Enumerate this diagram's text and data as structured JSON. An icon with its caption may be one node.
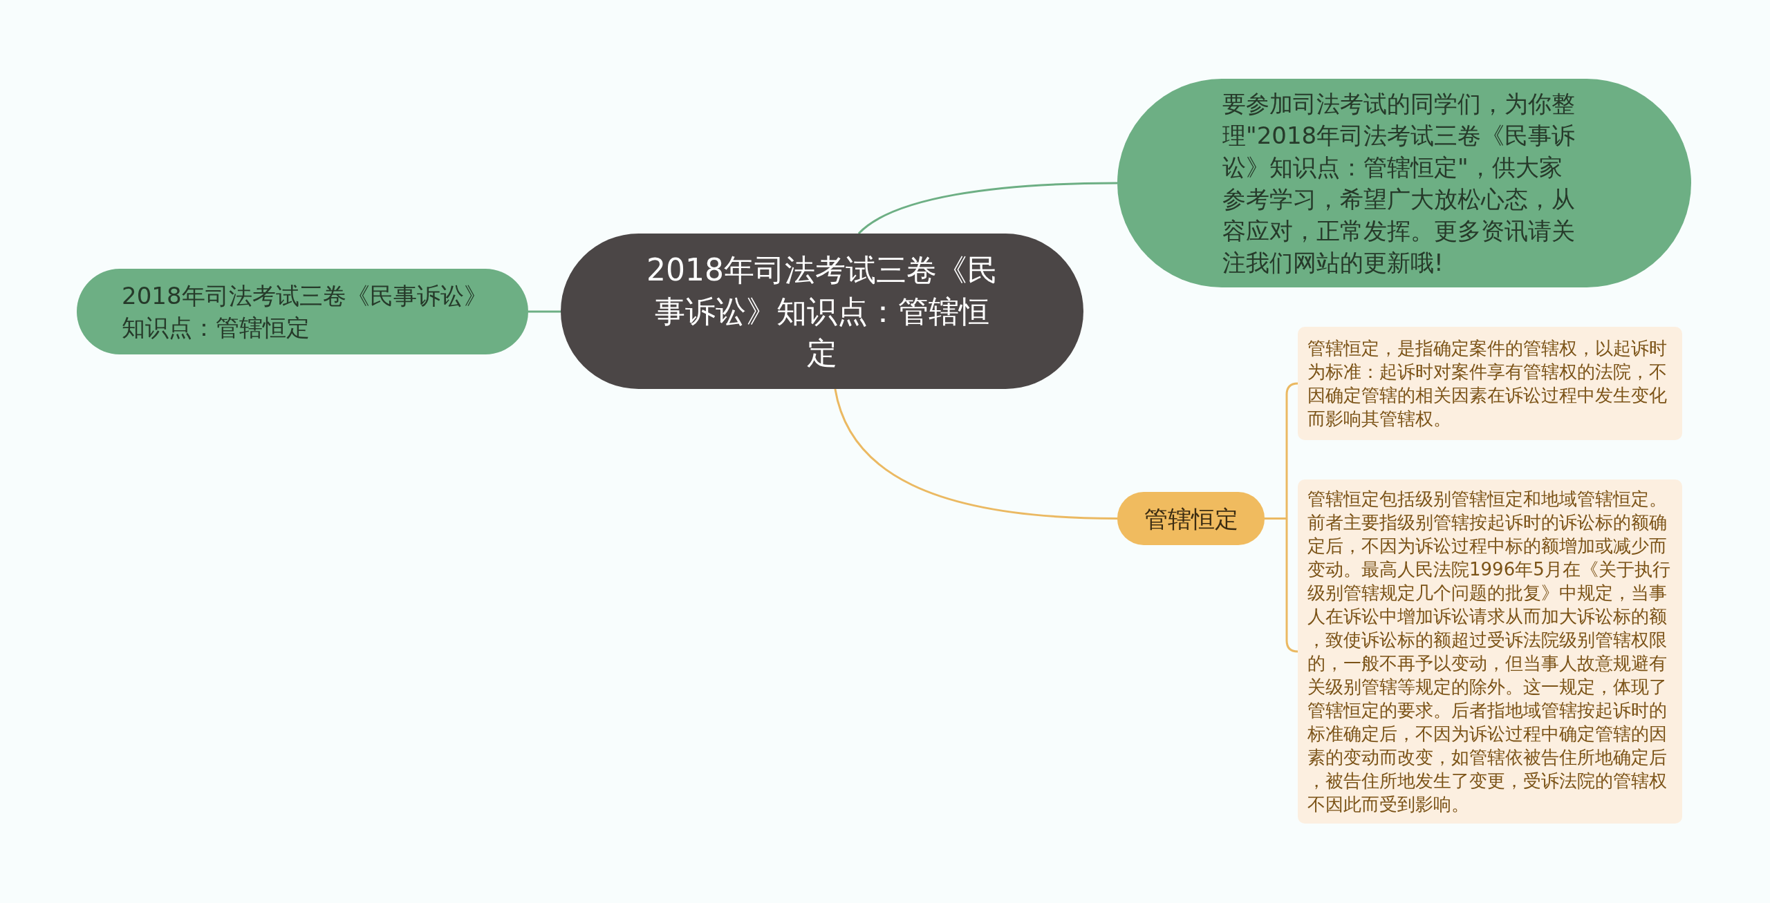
{
  "diagram": {
    "nodes": [
      {
        "text": [
          "2018年司法考试三卷《民事诉讼》知识点：管辖恒定"
        ]
      },
      {
        "text": [
          "2018年司法考试三卷《民事诉讼》知识点：管辖恒定"
        ]
      },
      {
        "text": [
          "要参加司法考试的同学们，为你整理\"2018年司法考试三卷《民事诉讼》知识点：管辖恒定\"，供大家参考学习，希望广大放松心态，从容应对，正常发挥。更多资讯请关注我们网站的更新哦!"
        ]
      },
      {
        "text": [
          "管辖恒定"
        ]
      },
      {
        "text": [
          "管辖恒定，是指确定案件的管辖权，以起诉时为标准：起诉时对案件享有管辖权的法院，不因确定管辖的相关因素在诉讼过程中发生变化而影响其管辖权。"
        ]
      },
      {
        "text": [
          "管辖恒定包括级别管辖恒定和地域管辖恒定。前者主要指级别管辖按起诉时的诉讼标的额确定后，不因为诉讼过程中标的额增加或减少而变动。最高人民法院1996年5月在《关于执行级别管辖规定几个问题的批复》中规定，当事人在诉讼中增加诉讼请求从而加大诉讼标的额，致使诉讼标的额超过受诉法院级别管辖权限的，一般不再予以变动，但当事人故意规避有关级别管辖等规定的除外。这一规定，体现了管辖恒定的要求。后者指地域管辖按起诉时的标准确定后，不因为诉讼过程中确定管辖的因素的变动而改变，如管辖依被告住所地确定后，被告住所地发生了变更，受诉法院的管辖权不因此而受到影响。"
        ]
      }
    ],
    "edges": [
      {
        "from": 0,
        "to": 1,
        "arrow": "none",
        "color": "#6daf84"
      },
      {
        "from": 0,
        "to": 2,
        "arrow": "none",
        "color": "#6daf84"
      },
      {
        "from": 0,
        "to": 3,
        "arrow": "none"
      },
      {
        "from": 3,
        "to": 4,
        "arrow": "none"
      },
      {
        "from": 3,
        "to": 5,
        "arrow": "none"
      }
    ]
  }
}
